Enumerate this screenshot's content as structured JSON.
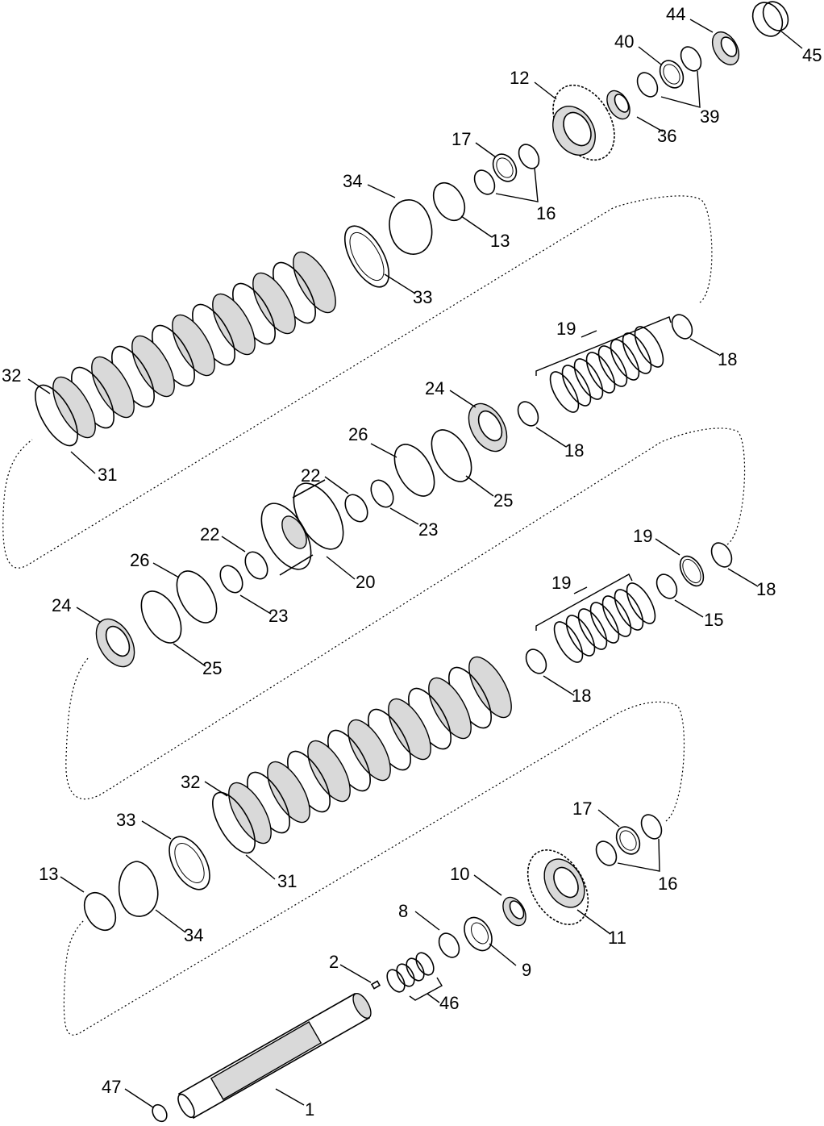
{
  "callouts": {
    "c44": "44",
    "c45": "45",
    "c40": "40",
    "c39": "39",
    "c36": "36",
    "c12": "12",
    "c17a": "17",
    "c16a": "16",
    "c13a": "13",
    "c34a": "34",
    "c33a": "33",
    "c19a": "19",
    "c18a": "18",
    "c24a": "24",
    "c18b": "18",
    "c32a": "32",
    "c31a": "31",
    "c26a": "26",
    "c25a": "25",
    "c22a": "22",
    "c23a": "23",
    "c20": "20",
    "c22b": "22",
    "c23b": "23",
    "c26b": "26",
    "c25b": "25",
    "c24b": "24",
    "c19b": "19",
    "c18c": "18",
    "c15": "15",
    "c19c": "19",
    "c18d": "18",
    "c32b": "32",
    "c31b": "31",
    "c33b": "33",
    "c13b": "13",
    "c34b": "34",
    "c17b": "17",
    "c16b": "16",
    "c10": "10",
    "c11": "11",
    "c8": "8",
    "c9": "9",
    "c2": "2",
    "c46": "46",
    "c1": "1",
    "c47": "47"
  },
  "icons": {
    "shaft": "shaft-icon",
    "gear": "gear-icon",
    "bearing": "bearing-icon",
    "washer": "washer-icon",
    "snap_ring": "snap-ring-icon",
    "clutch_plate": "clutch-plate-icon",
    "piston": "piston-icon",
    "clutch_hub": "clutch-hub-icon"
  }
}
